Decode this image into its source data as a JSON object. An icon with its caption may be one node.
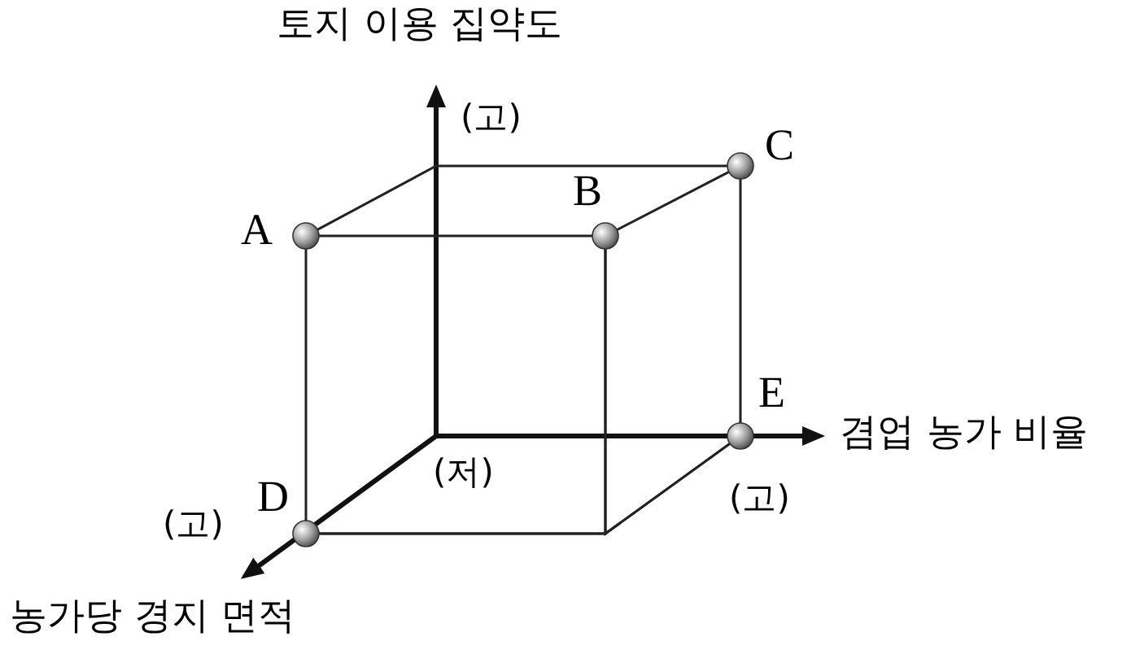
{
  "diagram": {
    "nodes": [
      {
        "text": [],
        "shape": "circle",
        "beside": [
          "A"
        ]
      },
      {
        "text": [],
        "shape": "circle",
        "beside": [
          "B"
        ]
      },
      {
        "text": [],
        "shape": "circle",
        "beside": [
          "C"
        ]
      },
      {
        "text": [],
        "shape": "circle",
        "beside": [
          "D"
        ]
      },
      {
        "text": [],
        "shape": "circle",
        "beside": [
          "E"
        ]
      }
    ],
    "edges": [
      {
        "from": 0,
        "to": 1,
        "arrow": "none"
      },
      {
        "from": 0,
        "to": 2,
        "arrow": "none"
      },
      {
        "from": 1,
        "to": 2,
        "arrow": "none"
      },
      {
        "from": 0,
        "to": 3,
        "arrow": "none"
      },
      {
        "from": 2,
        "to": 4,
        "arrow": "none"
      },
      {
        "from": 3,
        "to": 4,
        "arrow": "none"
      },
      {
        "from": 1,
        "to": 3,
        "arrow": "none"
      },
      {
        "from": 1,
        "to": 4,
        "arrow": "none"
      }
    ],
    "labels": [
      "토지 이용 집약도",
      "(고)",
      "겸업 농가 비율",
      "(고)",
      "(저)",
      "(고)",
      "농가당 경지 면적"
    ]
  }
}
